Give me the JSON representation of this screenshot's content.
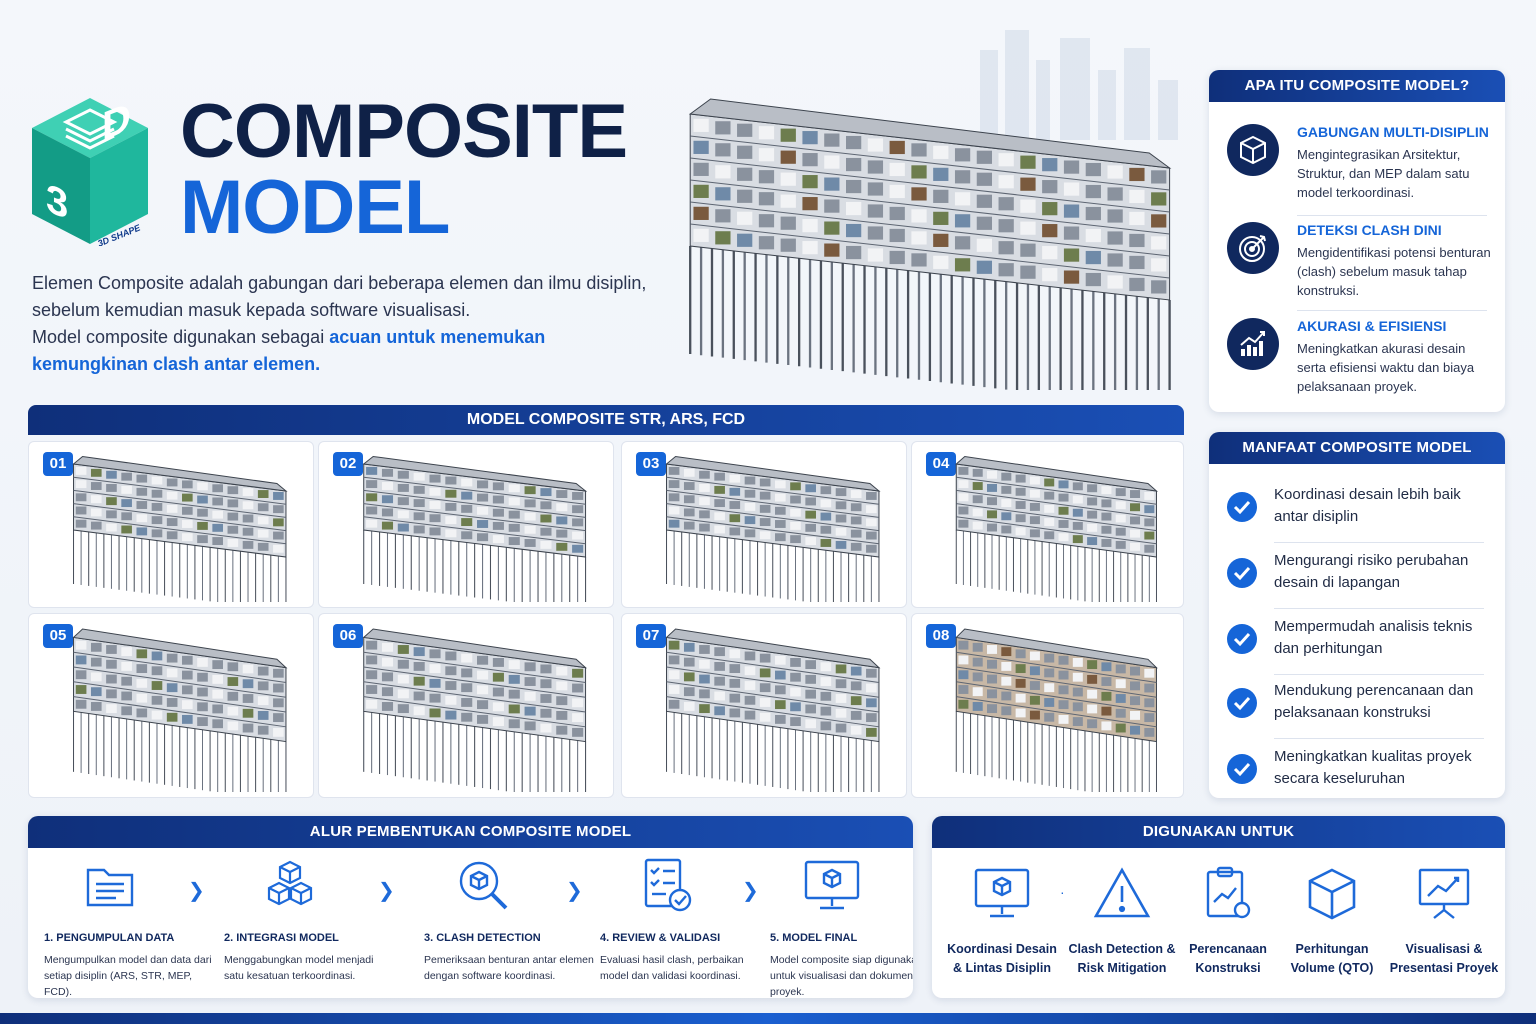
{
  "header": {
    "logo_text": "3D",
    "logo_sub": "3D SHAPE",
    "title_line1": "COMPOSITE",
    "title_line2": "MODEL",
    "intro_p1": "Elemen Composite adalah gabungan dari beberapa elemen dan ilmu disiplin, sebelum kemudian masuk kepada software visualisasi.",
    "intro_p2_plain": "Model composite digunakan sebagai ",
    "intro_p2_highlight": "acuan untuk menemukan kemungkinan clash antar elemen."
  },
  "apa": {
    "heading": "APA ITU COMPOSITE MODEL?",
    "items": [
      {
        "title": "GABUNGAN MULTI-DISIPLIN",
        "desc": "Mengintegrasikan Arsitektur, Struktur, dan MEP dalam satu model terkoordinasi.",
        "icon": "cube-icon"
      },
      {
        "title": "DETEKSI CLASH DINI",
        "desc": "Mengidentifikasi potensi benturan (clash) sebelum masuk tahap konstruksi.",
        "icon": "target-icon"
      },
      {
        "title": "AKURASI & EFISIENSI",
        "desc": "Meningkatkan akurasi desain serta efisiensi waktu dan biaya pelaksanaan proyek.",
        "icon": "chart-up-icon"
      }
    ]
  },
  "manfaat": {
    "heading": "MANFAAT COMPOSITE MODEL",
    "items": [
      "Koordinasi desain lebih baik antar disiplin",
      "Mengurangi risiko perubahan desain di lapangan",
      "Mempermudah analisis teknis dan perhitungan",
      "Mendukung perencanaan dan pelaksanaan konstruksi",
      "Meningkatkan kualitas proyek secara keseluruhan"
    ]
  },
  "grid": {
    "heading": "MODEL COMPOSITE STR, ARS, FCD",
    "cards": [
      "01",
      "02",
      "03",
      "04",
      "05",
      "06",
      "07",
      "08"
    ]
  },
  "alur": {
    "heading": "ALUR PEMBENTUKAN COMPOSITE MODEL",
    "steps": [
      {
        "title": "1. PENGUMPULAN DATA",
        "desc": "Mengumpulkan model dan data dari setiap disiplin (ARS, STR, MEP, FCD).",
        "icon": "folder-icon"
      },
      {
        "title": "2. INTEGRASI MODEL",
        "desc": "Menggabungkan model menjadi satu kesatuan terkoordinasi.",
        "icon": "cubes-icon"
      },
      {
        "title": "3. CLASH DETECTION",
        "desc": "Pemeriksaan benturan antar elemen dengan software koordinasi.",
        "icon": "magnifier-cube-icon"
      },
      {
        "title": "4. REVIEW & VALIDASI",
        "desc": "Evaluasi hasil clash, perbaikan model dan validasi koordinasi.",
        "icon": "checklist-icon"
      },
      {
        "title": "5. MODEL FINAL",
        "desc": "Model composite siap digunakan untuk visualisasi dan dokumentasi proyek.",
        "icon": "monitor-cube-icon"
      }
    ]
  },
  "digunakan": {
    "heading": "DIGUNAKAN UNTUK",
    "items": [
      {
        "label": "Koordinasi Desain & Lintas Disiplin",
        "icon": "monitor-cube-icon"
      },
      {
        "label": "Clash Detection & Risk Mitigation",
        "icon": "warning-icon"
      },
      {
        "label": "Perencanaan Konstruksi",
        "icon": "clipboard-chart-icon"
      },
      {
        "label": "Perhitungan Volume (QTO)",
        "icon": "box-icon"
      },
      {
        "label": "Visualisasi & Presentasi Proyek",
        "icon": "presentation-icon"
      }
    ]
  },
  "colors": {
    "navy": "#0f2147",
    "blue": "#1565d8",
    "panel_head": "#0f2f7a",
    "logo_teal": "#1fae98"
  }
}
